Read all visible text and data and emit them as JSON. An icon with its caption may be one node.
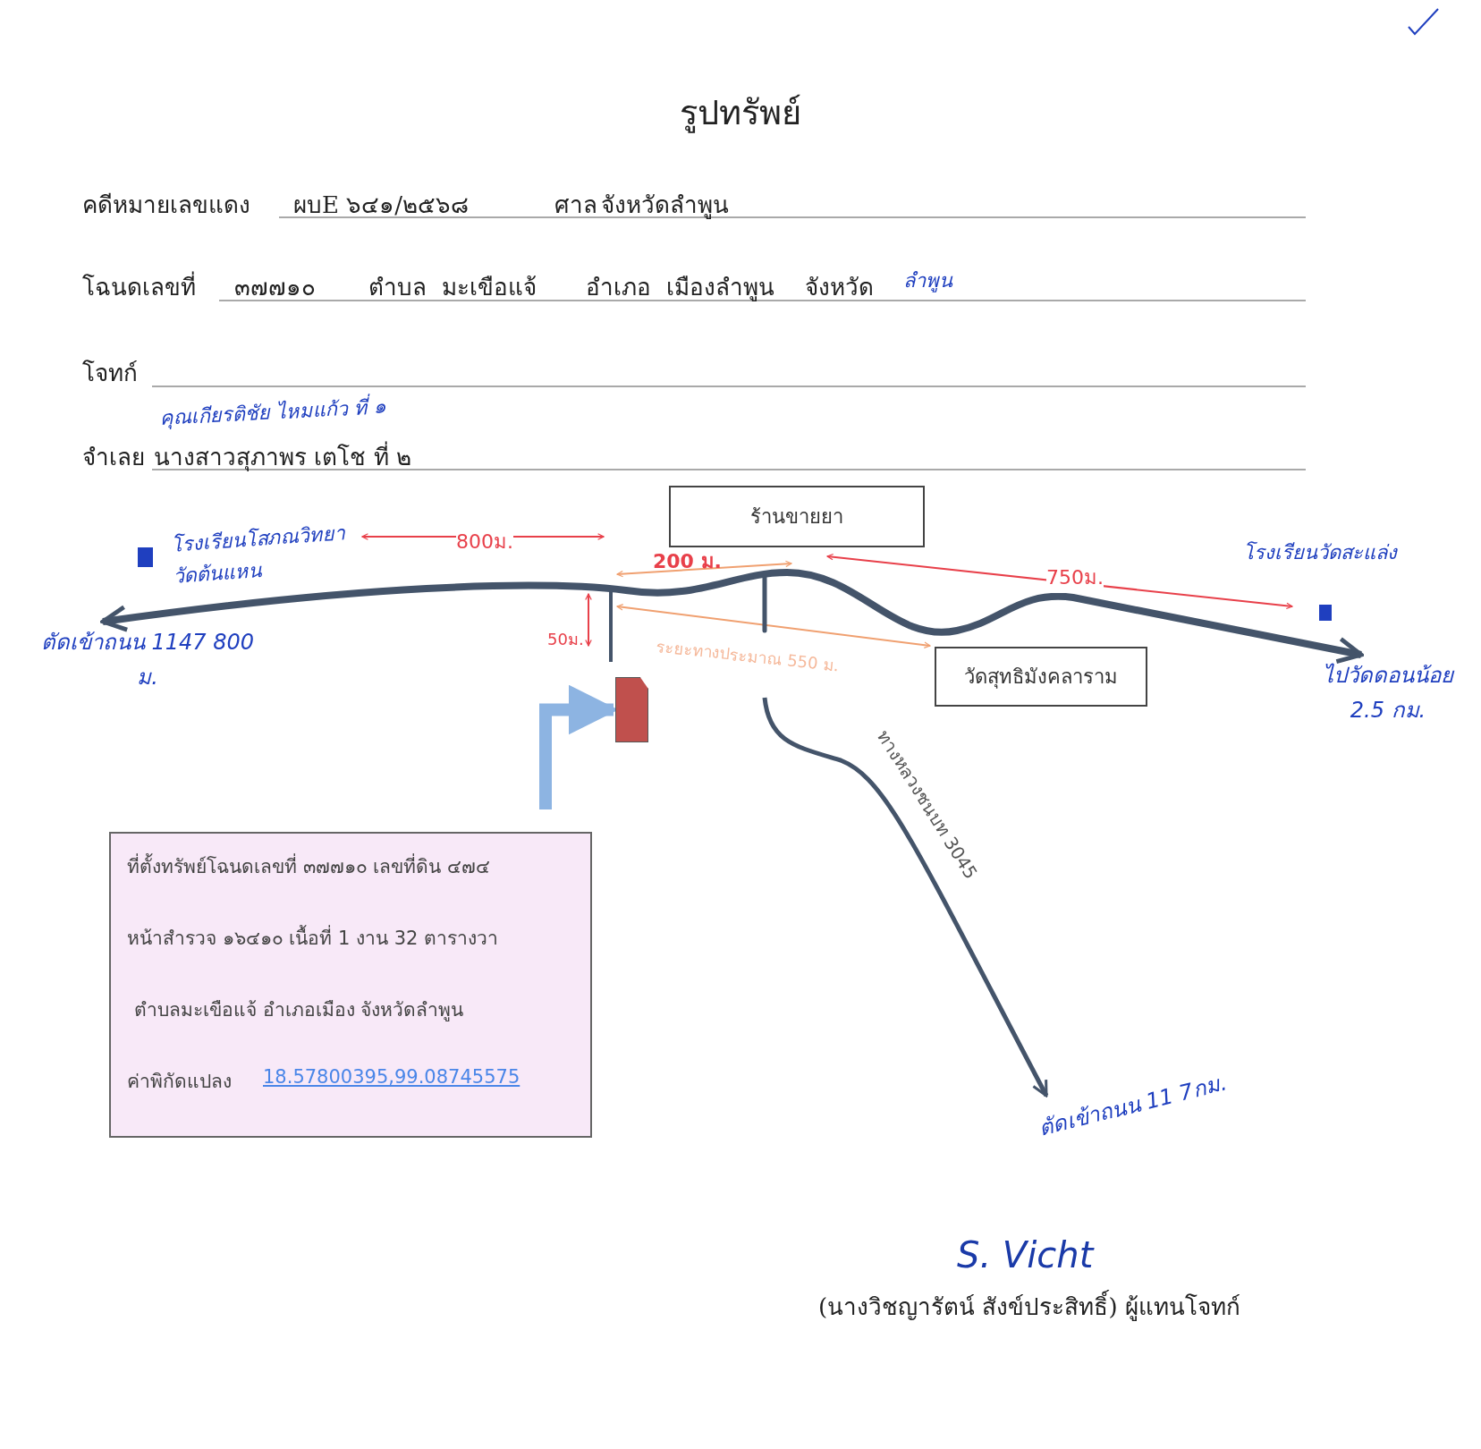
{
  "diagram": {
    "title": "รูปทรัพย์",
    "nodes": [
      {
        "text": [
          "ร้านขายยา"
        ]
      },
      {
        "text": [
          "วัดสุทธิมังคลาราม"
        ]
      },
      {
        "text": [
          "ที่ตั้งทรัพย์โฉนดเลขที่ ๓๗๗๑๐ เลขที่ดิน ๔๗๔",
          "หน้าสำรวจ ๑๖๔๑๐ เนื้อที่ 1 งาน 32 ตารางวา",
          "ตำบลมะเขือแจ้ อำเภอเมือง จังหวัดลำพูน",
          "ค่าพิกัดแปลง",
          "18.57800395,99.08745575"
        ]
      },
      {
        "text": [],
        "shape": "box"
      },
      {
        "text": [
          "ตัดเข้าถนน 1147 800 ม."
        ]
      },
      {
        "text": [
          "ไปวัดดอนน้อย 2.5 กม."
        ]
      },
      {
        "text": [
          "ตัดเข้าถนน 11 7กม."
        ]
      }
    ],
    "edges": [
      {
        "from": 4,
        "to": 5,
        "arrow": "both"
      },
      {
        "from": null,
        "to": 6,
        "arrow": "to",
        "label": "ทางหลวงชนบท 3045"
      },
      {
        "from": null,
        "to": 3,
        "arrow": "to",
        "color": "#8db4e2"
      }
    ],
    "labels": [
      "คดีหมายเลขแดง",
      "ผบE ๖๔๑/๒๕๖๘",
      "ศาล",
      "จังหวัดลำพูน",
      "โฉนดเลขที่",
      "๓๗๗๑๐",
      "ตำบล",
      "มะเขือแจ้",
      "อำเภอ",
      "เมืองลำพูน",
      "จังหวัด",
      "ลำพูน",
      "โจทก์",
      "คุณเกียรติชัย ไหมแก้ว ที่ ๑",
      "จำเลย",
      "นางสาวสุภาพร เตโช ที่ ๒",
      "โรงเรียนโสภณวิทยาวัดต้นแหน",
      "800ม.",
      "200 ม.",
      "750ม.",
      "โรงเรียนวัดสะแล่ง",
      "50ม.",
      "ระยะทางประมาณ 550 ม.",
      "S. Vicht",
      "(นางวิชญารัตน์ สังข์ประสิทธิ์) ผู้แทนโจทก์"
    ]
  }
}
